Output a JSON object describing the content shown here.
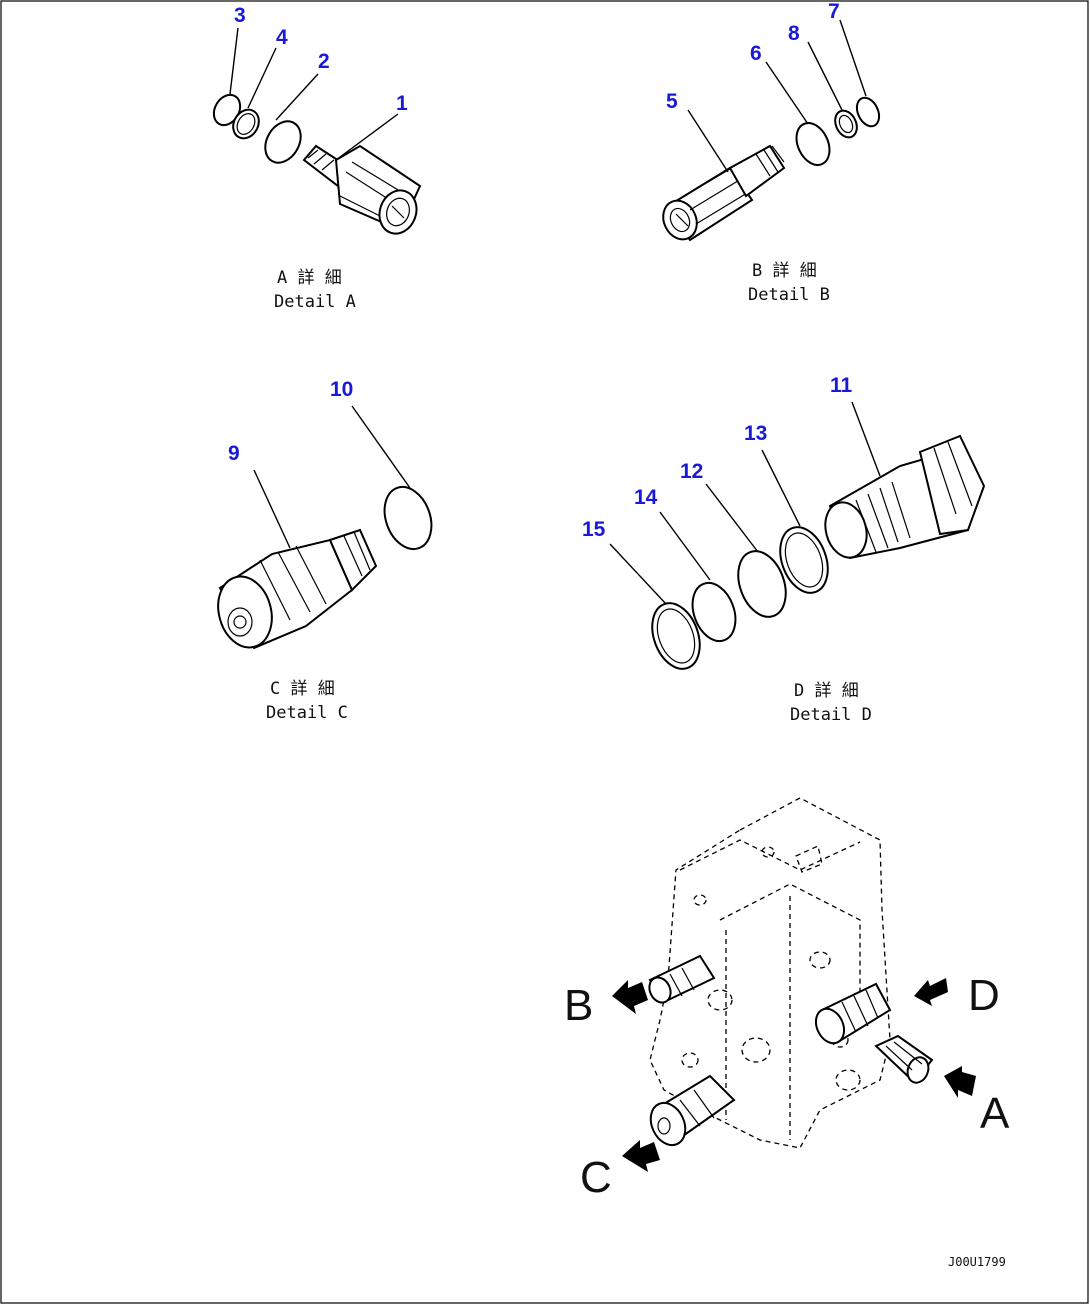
{
  "callouts": [
    "1",
    "2",
    "3",
    "4",
    "5",
    "6",
    "7",
    "8",
    "9",
    "10",
    "11",
    "12",
    "13",
    "14",
    "15"
  ],
  "details": {
    "a": {
      "jp": "A 詳 細",
      "en": "Detail A"
    },
    "b": {
      "jp": "B 詳 細",
      "en": "Detail B"
    },
    "c": {
      "jp": "C 詳 細",
      "en": "Detail C"
    },
    "d": {
      "jp": "D 詳 細",
      "en": "Detail D"
    }
  },
  "view_letters": {
    "a": "A",
    "b": "B",
    "c": "C",
    "d": "D"
  },
  "drawing_code": "J00U1799"
}
